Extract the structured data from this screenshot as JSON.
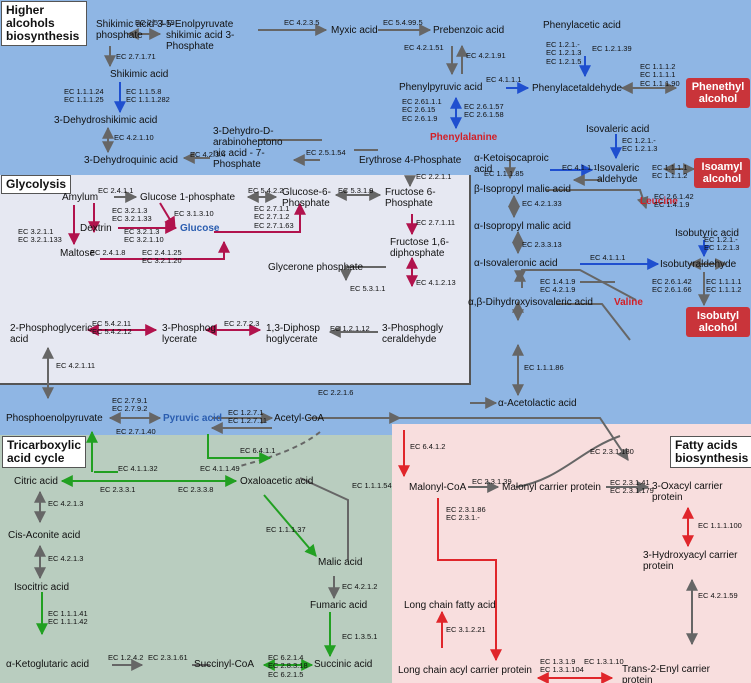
{
  "colors": {
    "higher_alcohols_bg": "#8fb6e4",
    "glycolysis_bg": "#e6e8f2",
    "tca_bg": "#b9cdbf",
    "fatty_bg": "#f8dede",
    "gray_arrow": "#666666",
    "blue_arrow": "#1f4fcf",
    "crimson_arrow": "#b1134d",
    "green_arrow": "#22a022",
    "red_arrow": "#e0262b",
    "product_badge": "#c9343a"
  },
  "regions": {
    "higher": "Higher alcohols\nbiosynthesis",
    "glycolysis": "Glycolysis",
    "tca": "Tricarboxylic\nacid cycle",
    "fatty": "Fatty acids\nbiosynthesis"
  },
  "nodes": {
    "shikimic3p": "Shikimic acid 3-\nphosphate",
    "enolpyruvate": "5-Enolpyruvate\nshikimic acid 3-\nPhosphate",
    "myxic": "Myxic acid",
    "prebenzoic": "Prebenzoic acid",
    "phenylacetic": "Phenylacetic acid",
    "shikimic": "Shikimic acid",
    "phenylpyruvic": "Phenylpyruvic acid",
    "phenylacetaldehyde": "Phenylacetaldehyde",
    "dehydroshikimic": "3-Dehydroshikimic acid",
    "phenylalanine": "Phenylalanine",
    "dahp": "3-Dehydro-D-\narabinoheptono\nnic acid - 7-\nPhosphate",
    "dehydroquinic": "3-Dehydroquinic acid",
    "erythrose": "Erythrose 4-Phosphate",
    "isovaleric_acid": "Isovaleric acid",
    "ketoisocaproic": "α-Ketoisocaproic\nacid",
    "isovaleric_ald": "Isovaleric\naldehyde",
    "amylum": "Amylum",
    "glucose1p": "Glucose 1-phosphate",
    "glucose6p": "Glucose-6-\nPhosphate",
    "fructose6p": "Fructose 6-\nPhosphate",
    "isopropylmalic_b": "β-Isopropyl malic acid",
    "leucine": "Leucine",
    "dextrin": "Dextrin",
    "glucose": "Glucose",
    "fructose16": "Fructose 1,6-\ndiphosphate",
    "isopropylmalic_a": "α-Isopropyl malic acid",
    "isobutyric": "Isobutyric acid",
    "maltose": "Maltose",
    "glycerone": "Glycerone phosphate",
    "isovaleronic": "α-Isovaleronic acid",
    "isobutyraldehyde": "Isobutyraldehyde",
    "pga2": "2-Phosphoglyceric\nacid",
    "pga3": "3-Phosphog\nlycerate",
    "bpg": "1,3-Diphosp\nhoglycerate",
    "g3p": "3-Phosphogly\nceraldehyde",
    "dihydroxyisovaleric": "α,β-Dihydroxyisovaleric acid",
    "valine": "Valine",
    "acetolactic": "α-Acetolactic acid",
    "pep": "Phosphoenolpyruvate",
    "pyruvic": "Pyruvic acid",
    "acetylcoa": "Acetyl-CoA",
    "citric": "Citric acid",
    "oxaloacetic": "Oxaloacetic acid",
    "malonylcoa": "Malonyl-CoA",
    "malonyl_acp": "Malonyl carrier protein",
    "oxacyl_acp": "3-Oxacyl carrier\nprotein",
    "cisaconite": "Cis-Aconite acid",
    "malic": "Malic acid",
    "hydroxyacyl_acp": "3-Hydroxyacyl carrier\nprotein",
    "isocitric": "Isocitric acid",
    "fumaric": "Fumaric acid",
    "lcfa": "Long chain fatty acid",
    "ketoglutaric": "α-Ketoglutaric acid",
    "succinylcoa": "Succinyl-CoA",
    "succinic": "Succinic acid",
    "lc_acyl_acp": "Long chain acyl carrier protein",
    "enoyl_acp": "Trans-2-Enyl carrier\nprotein"
  },
  "products": {
    "phenethyl": "Phenethyl\nalcohol",
    "isoamyl": "Isoamyl\nalcohol",
    "isobutyl": "Isobutyl\nalcohol"
  },
  "enzymes": {
    "e01": "EC 2.5.1.19",
    "e02": "EC 4.2.3.5",
    "e03": "EC 5.4.99.5",
    "e04": "EC 2.7.1.71",
    "e05": "EC 4.2.1.51",
    "e06": "EC 4.2.1.91",
    "e07": "EC 1.2.1.-\nEC 1.2.1.3\nEC 1.2.1.5",
    "e08": "EC 1.2.1.39",
    "e09": "EC 1.1.1.24\nEC 1.1.1.25",
    "e10": "EC 1.1.5.8\nEC 1.1.1.282",
    "e11": "EC 4.1.1.1",
    "e12": "EC 1.1.1.2\nEC 1.1.1.1\nEC 1.1.1.90",
    "e13": "EC 2.61.1.1\nEC 2.6.15\nEC 2.6.1.9",
    "e14": "EC 2.6.1.57\nEC 2.6.1.58",
    "e15": "EC 4.2.1.10",
    "e16": "EC 2.5.1.54",
    "e17": "EC 4.2.3.4",
    "e18": "EC 1.2.1.-\nEC 1.2.1.3",
    "e19": "EC 2.2.1.1",
    "e20": "EC 1.1.1.85",
    "e21": "EC 4.1.1.1",
    "e22": "EC 1.1.1.1\nEC 1.1.1.2",
    "e23": "EC 2.4.1.1",
    "e24": "EC 5.4.2.2",
    "e25": "EC 5.3.1.9",
    "e26": "EC 3.2.1.3\nEC 3.2.1.33",
    "e27": "EC 3.1.3.10",
    "e28": "EC 2.7.1.1\nEC 2.7.1.2\nEC 2.7.1.63",
    "e29": "EC 2.7.1.11",
    "e30": "EC 2.6.1.42\nEC 1.4.1.9",
    "e31": "EC 3.2.1.1\nEC 3.2.1.133",
    "e32": "EC 3.2.1.3\nEC 3.2.1.10",
    "e33": "EC 4.2.1.33",
    "e34": "EC 1.2.1.-\nEC 1.2.1.3",
    "e35": "EC 2.4.1.8",
    "e36": "EC 2.4.1.25\nEC 3.2.1.20",
    "e37": "EC 5.3.1.1",
    "e38": "EC 4.1.2.13",
    "e39": "EC 2.3.3.13",
    "e40": "EC 4.1.1.1",
    "e41": "EC 1.4.1.9\nEC 4.2.1.9",
    "e42": "EC 2.6.1.42\nEC 2.6.1.66",
    "e43": "EC 1.1.1.1\nEC 1.1.1.2",
    "e44": "EC 5.4.2.11\nEC 5.4.2.12",
    "e45": "EC 2.7.2.3",
    "e46": "EC 1.2.1.12",
    "e47": "EC 4.2.1.11",
    "e48": "EC 1.1.1.86",
    "e49": "EC 2.2.1.6",
    "e50": "EC 2.7.9.1\nEC 2.7.9.2",
    "e51": "EC 2.7.1.40",
    "e52": "EC 1.2.7.1\nEC 1.2.7.11",
    "e53": "EC 6.4.1.1",
    "e54": "EC 4.1.1.32",
    "e55": "EC 4.1.1.49",
    "e56": "EC 6.4.1.2",
    "e57": "EC 2.3.1.180",
    "e58": "EC 2.3.3.1",
    "e59": "EC 2.3.3.8",
    "e60": "EC 1.1.1.54",
    "e61": "EC 2.3.1.39",
    "e62": "EC 2.3.1.41\nEC 2.3.1.179",
    "e63": "EC 4.2.1.3",
    "e64": "EC 1.1.1.37",
    "e65": "EC 2.3.1.86\nEC 2.3.1.-",
    "e66": "EC 1.1.1.100",
    "e67": "EC 4.2.1.3",
    "e68": "EC 4.2.1.2",
    "e69": "EC 4.2.1.59",
    "e70": "EC 1.1.1.41\nEC 1.1.1.42",
    "e71": "EC 1.3.5.1",
    "e72": "EC 3.1.2.21",
    "e73": "EC 1.2.4.2",
    "e74": "EC 2.3.1.61",
    "e75": "EC 6.2.1.4\nEC 2.8.3.18\nEC 6.2.1.5",
    "e76": "EC 1.3.1.9\nEC 1.3.1.104",
    "e77": "EC 1.3.1.10"
  }
}
